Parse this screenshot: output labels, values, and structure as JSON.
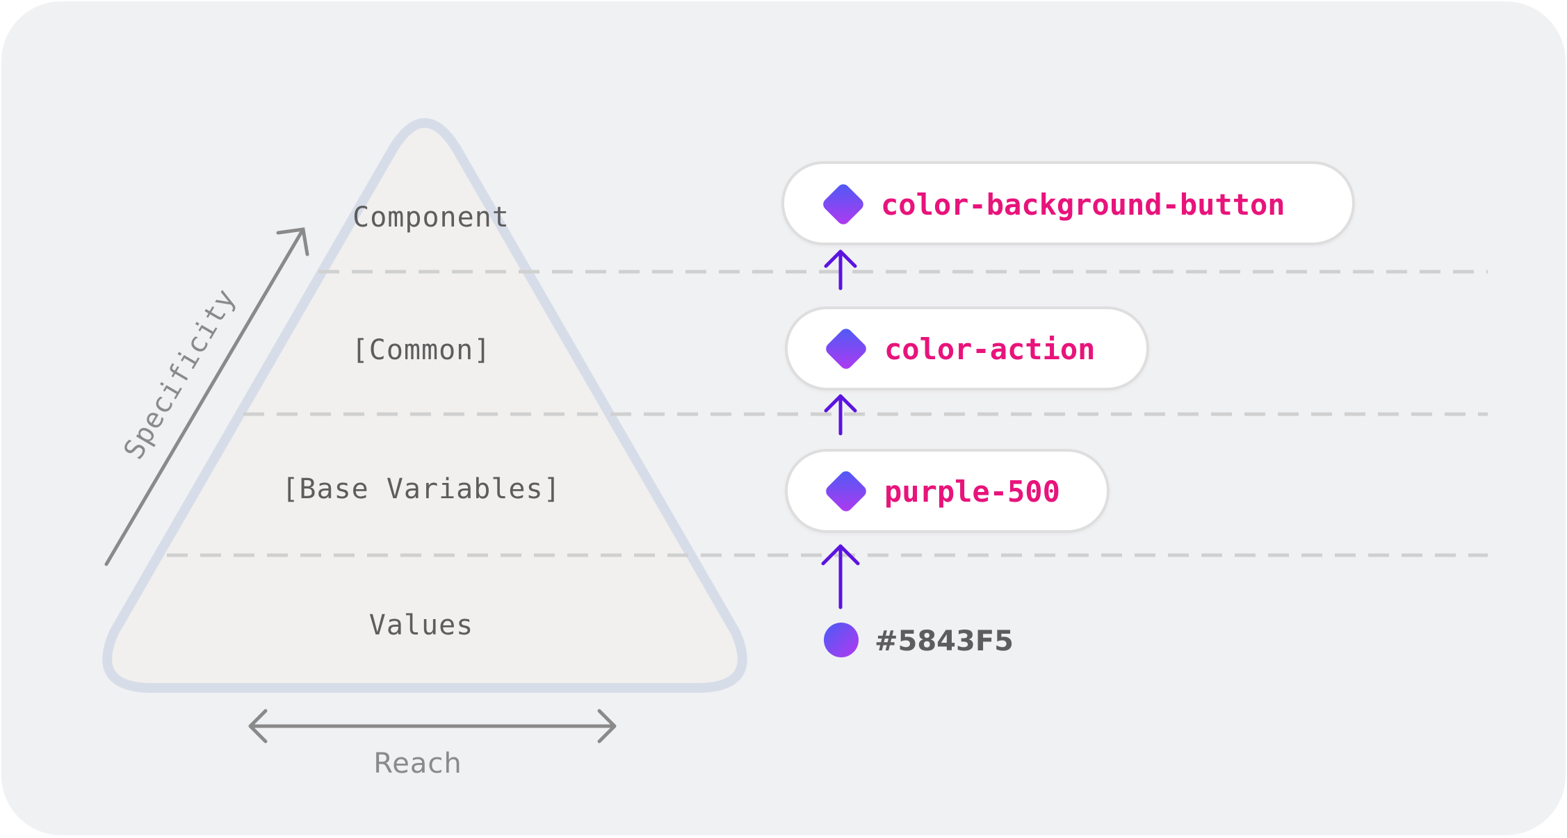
{
  "pyramid": {
    "layers": [
      {
        "label": "Component"
      },
      {
        "label": "[Common]"
      },
      {
        "label": "[Base Variables]"
      },
      {
        "label": "Values"
      }
    ]
  },
  "axes": {
    "specificity_label": "Specificity",
    "reach_label": "Reach"
  },
  "tokens": [
    {
      "label": "color-background-button"
    },
    {
      "label": "color-action"
    },
    {
      "label": "purple-500"
    }
  ],
  "value": {
    "label": "#5843F5"
  },
  "colors": {
    "card_background": "#f0f1f3",
    "pyramid_fill": "#f1f0ef",
    "pyramid_stroke": "#d7dde8",
    "token_text": "#e8137b",
    "arrow": "#5b14e0",
    "gradient_start": "#4a5cf5",
    "gradient_end": "#b338f0"
  },
  "icons": {
    "token": "diamond-token-icon",
    "value": "color-swatch-icon"
  }
}
